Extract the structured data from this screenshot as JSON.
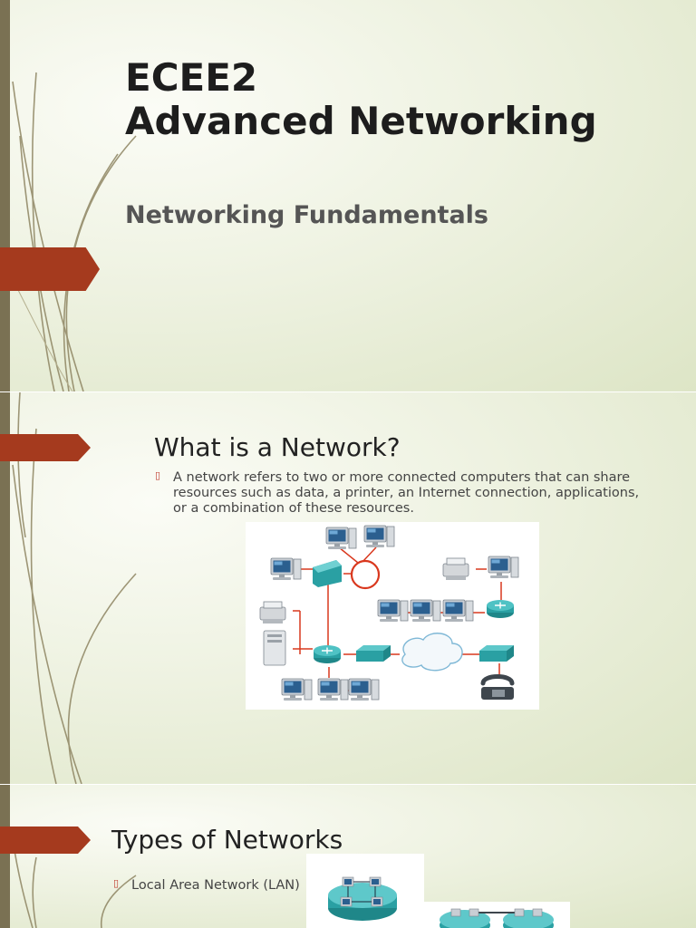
{
  "slide1": {
    "title_line1": "ECEE2",
    "title_line2": "Advanced Networking",
    "subtitle": "Networking Fundamentals"
  },
  "slide2": {
    "heading": "What is a Network?",
    "bullet": "A network refers to two or more connected computers that can share resources such as data, a printer, an Internet connection, applications, or a combination of these resources."
  },
  "slide3": {
    "heading": "Types of Networks",
    "bullets": [
      "Local Area Network (LAN)"
    ]
  },
  "theme": {
    "accent": "#a53a1e",
    "left_bar": "#7a7153",
    "background": "#e9eed9",
    "diagram_link": "#d9381e",
    "device_teal": "#2a9b9e"
  }
}
